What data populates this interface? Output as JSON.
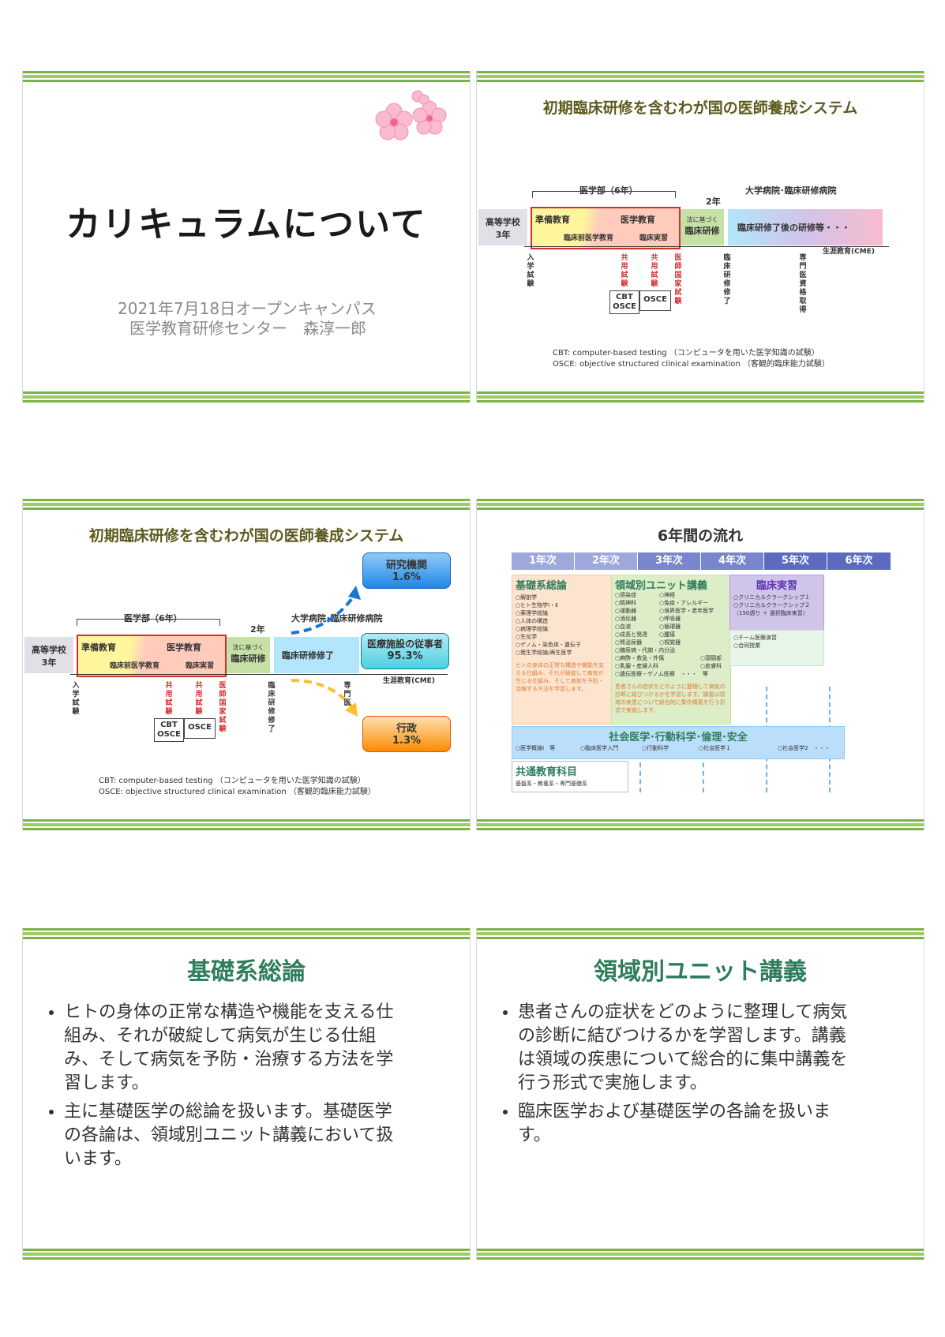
{
  "slide1": {
    "title": "カリキュラムについて",
    "subtitle1": "2021年7月18日オープンキャンパス",
    "subtitle2": "医学教育研修センター　森淳一郎"
  },
  "flow": {
    "title": "初期臨床研修を含むわが国の医師養成システム",
    "med_school": "医学部（6年）",
    "two_years": "2年",
    "hospital": "大学病院･臨床研修病院",
    "high_school": "高等学校\n3年",
    "prep": "準備教育",
    "med_edu": "医学教育",
    "preclinical": "臨床前医学教育",
    "clinical_practice": "臨床実習",
    "law_based": "法に基づく",
    "clinical_training": "臨床研修",
    "after_training": "臨床研修了後の研修等・・・",
    "cme": "生涯教育(CME)",
    "entrance": "入学試験",
    "common_exam": "共用試験",
    "national_exam": "医師国家試験",
    "training_done": "臨床研修修了",
    "specialist": "専門医資格取得",
    "cbt": "CBT\nOSCE",
    "osce": "OSCE",
    "note1": "CBT:  computer-based testing （コンピュータを用いた医学知識の試験）",
    "note2": "OSCE: objective structured clinical examination （客観的臨床能力試験）"
  },
  "flow2": {
    "training_done_box": "臨床研修修了",
    "research": "研究機関",
    "research_pct": "1.6%",
    "medical": "医療施設の従事者",
    "medical_pct": "95.3%",
    "admin": "行政",
    "admin_pct": "1.3%",
    "specialist_short": "専門医"
  },
  "six": {
    "title": "6年間の流れ",
    "years": [
      "1年次",
      "2年次",
      "3年次",
      "4年次",
      "5年次",
      "6年次"
    ],
    "basic_title": "基礎系総論",
    "basic_items": [
      "○解剖学",
      "○ヒト生物学Ⅰ・Ⅱ",
      "○薬理学総論",
      "○人体の構造",
      "○病理学総論",
      "○生化学",
      "○ゲノム・染色体・遺伝子",
      "○発生学総論/再生医学"
    ],
    "basic_desc": "ヒトの身体の正常な構造や機能を支える仕組み、それが破綻して病気が生じる仕組み、そして病気を予防・治療する方法を学習します。",
    "unit_title": "領域別ユニット講義",
    "unit_col1": [
      "○感染症",
      "○精神科",
      "○運動器",
      "○消化器",
      "○血液",
      "○成長と発達",
      "○腎泌尿器",
      "○糖尿病・代謝・内分泌",
      "○麻酔・救急・外傷",
      "○乳腺・産婦人科",
      "○遺伝医療・ゲノム医療　・・・　等"
    ],
    "unit_col2": [
      "○神経",
      "○免疫・アレルギー",
      "○境界医学・老年医学",
      "○呼吸器",
      "○循環器",
      "○腫瘍",
      "○視覚器"
    ],
    "unit_col3": [
      "○頭頸部",
      "○皮膚科"
    ],
    "unit_desc": "患者さんの症状をどのように整理して病気の診断に結びつけるかを学習します。講義は領域の疾患について総合的に集中講義を行う形式で実施します。",
    "clinical_title": "臨床実習",
    "clinical_items": [
      "○クリニカルクラークシップ１",
      "○クリニカルクラークシップ２",
      "（150週り ＋ 選択臨床実習）"
    ],
    "team_items": [
      "○チーム医療演習",
      "○合同授業"
    ],
    "social_title": "社会医学･行動科学･倫理･安全",
    "social_items": [
      "○医学概論Ⅰ　等",
      "○臨床医学入門",
      "○行動科学",
      "○社会医学１",
      "○社会医学2　・・・"
    ],
    "common_title": "共通教育科目",
    "common_sub": "基盤系・教養系・専門基礎系"
  },
  "basic_slide": {
    "title": "基礎系総論",
    "b1": "ヒトの身体の正常な構造や機能を支える仕組み、それが破綻して病気が生じる仕組み、そして病気を予防・治療する方法を学習します。",
    "b2": "主に基礎医学の総論を扱います。基礎医学の各論は、領域別ユニット講義において扱います。"
  },
  "unit_slide": {
    "title": "領域別ユニット講義",
    "b1": "患者さんの症状をどのように整理して病気の診断に結びつけるかを学習します。講義は領域の疾患について総合的に集中講義を行う形式で実施します。",
    "b2": "臨床医学および基礎医学の各論を扱います。"
  },
  "colors": {
    "green": "#7cb342",
    "title_green": "#2e7d5b",
    "flow_title": "#5d5a1e",
    "red": "#d32f2f",
    "year_bar": "#7986cb"
  }
}
